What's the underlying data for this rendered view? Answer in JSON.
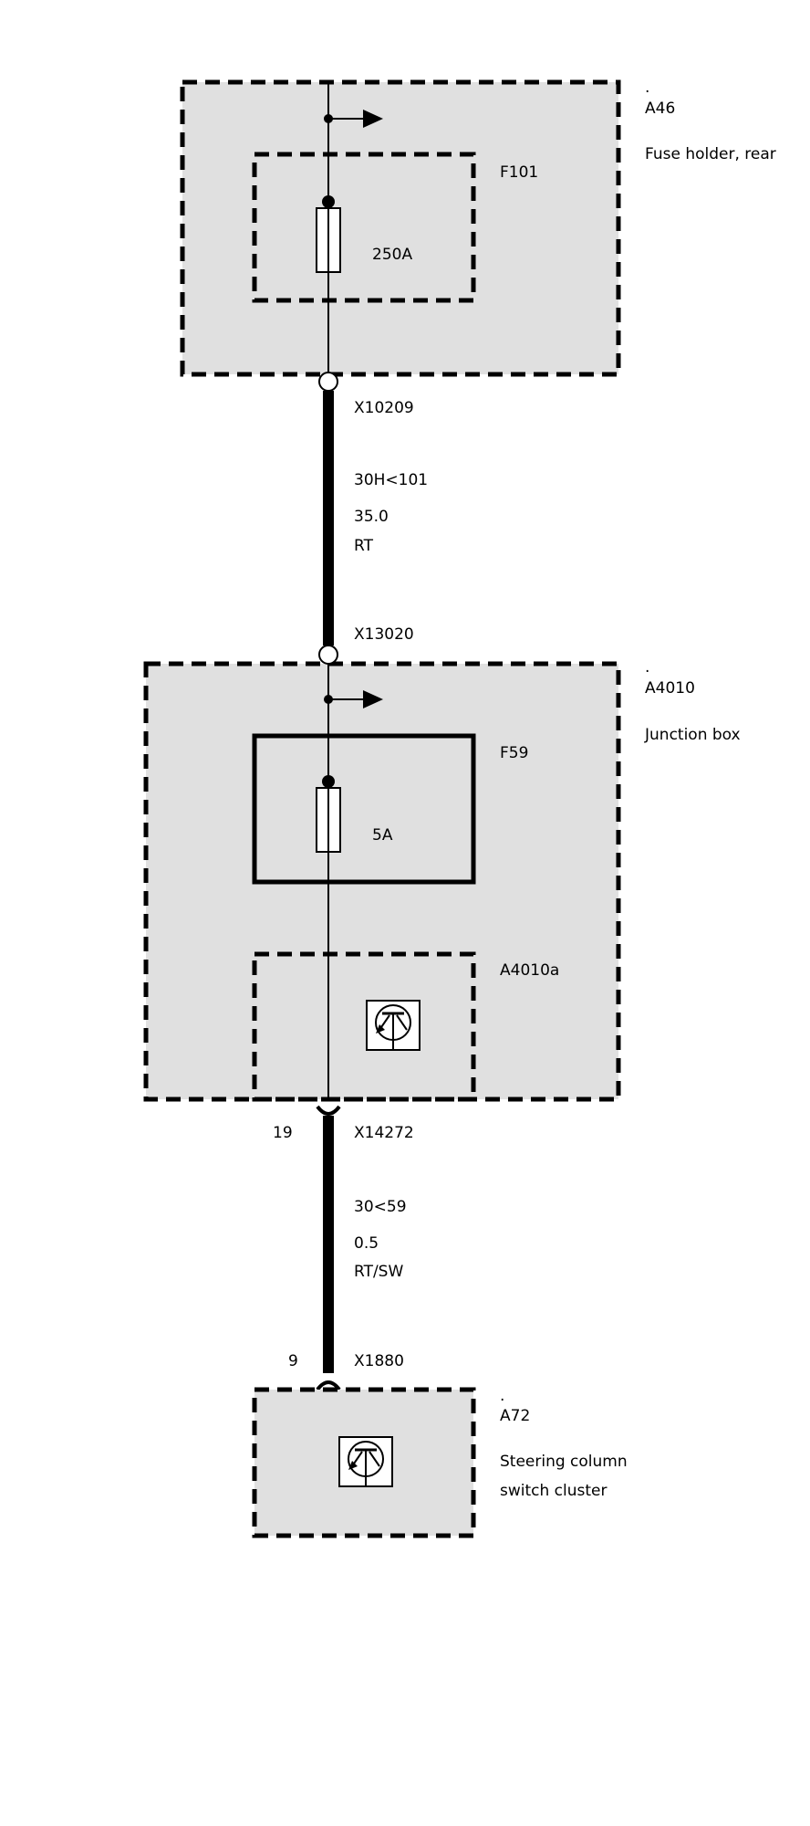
{
  "components": {
    "a46": {
      "dot": ".",
      "id": "A46",
      "description": "Fuse holder, rear"
    },
    "f101": {
      "id": "F101",
      "rating": "250A"
    },
    "a4010": {
      "dot": ".",
      "id": "A4010",
      "description": "Junction box"
    },
    "f59": {
      "id": "F59",
      "rating": "5A"
    },
    "a4010a": {
      "id": "A4010a"
    },
    "a72": {
      "dot": ".",
      "id": "A72",
      "description_line1": "Steering column",
      "description_line2": "switch cluster"
    }
  },
  "connectors": {
    "x10209": "X10209",
    "x13020": "X13020",
    "x14272": {
      "id": "X14272",
      "pin": "19"
    },
    "x1880": {
      "id": "X1880",
      "pin": "9"
    }
  },
  "wires": {
    "w1": {
      "signal": "30H<101",
      "cross_section": "35.0",
      "color": "RT"
    },
    "w2": {
      "signal": "30<59",
      "cross_section": "0.5",
      "color": "RT/SW"
    }
  }
}
